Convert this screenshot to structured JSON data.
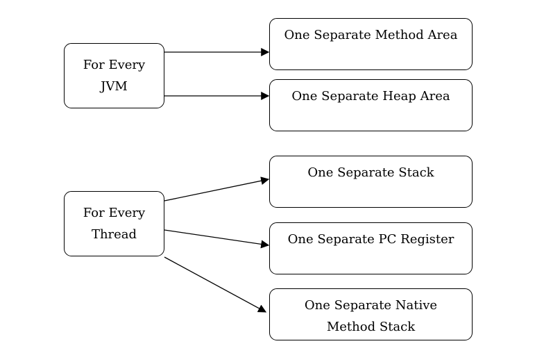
{
  "diagram": {
    "groups": [
      {
        "source": "For Every\nJVM",
        "targets": [
          "One Separate Method Area",
          "One Separate Heap Area"
        ]
      },
      {
        "source": "For Every\nThread",
        "targets": [
          "One Separate Stack",
          "One Separate PC Register",
          "One Separate Native\nMethod Stack"
        ]
      }
    ]
  }
}
